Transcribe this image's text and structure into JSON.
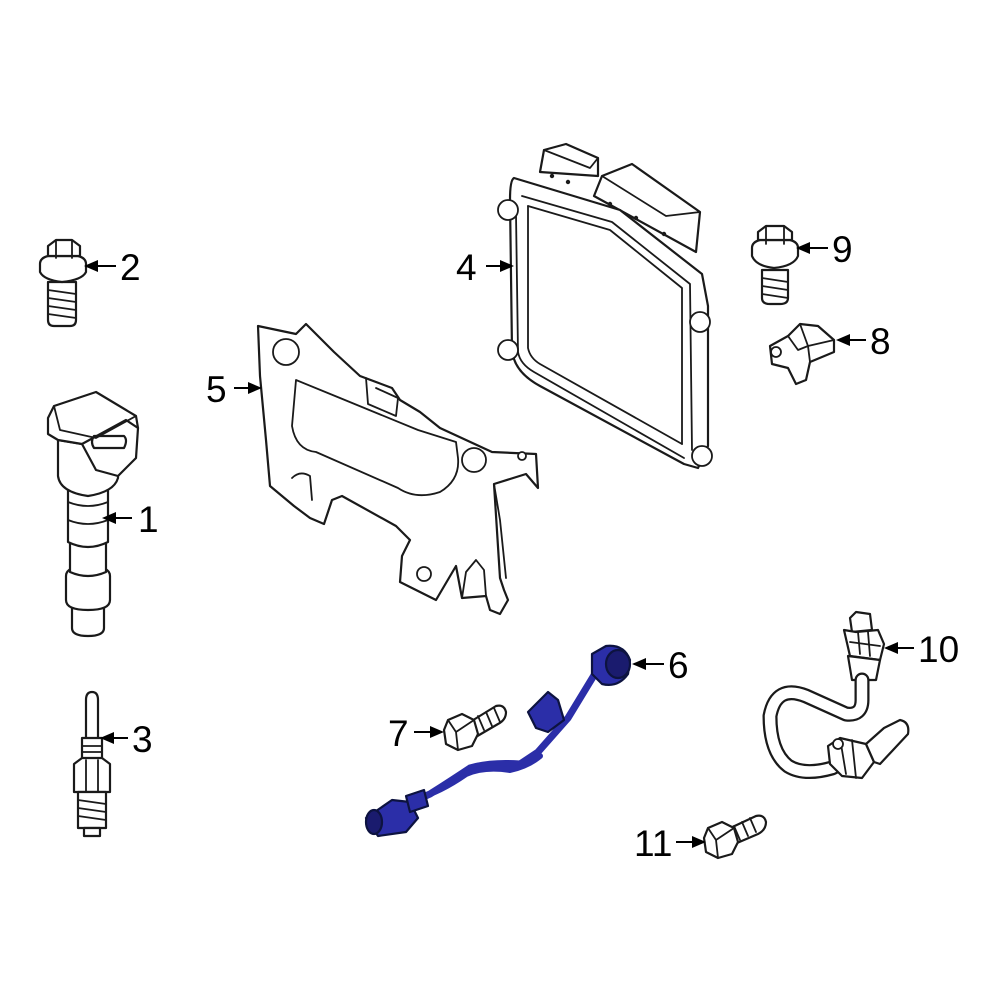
{
  "diagram": {
    "callouts": [
      "1",
      "2",
      "3",
      "4",
      "5",
      "6",
      "7",
      "8",
      "9",
      "10",
      "11"
    ],
    "highlighted_part": "6",
    "colors": {
      "line": "#1a1a1a",
      "background": "#ffffff",
      "highlight": "#2b2ea8",
      "highlight_dark": "#1a1b6e"
    }
  }
}
